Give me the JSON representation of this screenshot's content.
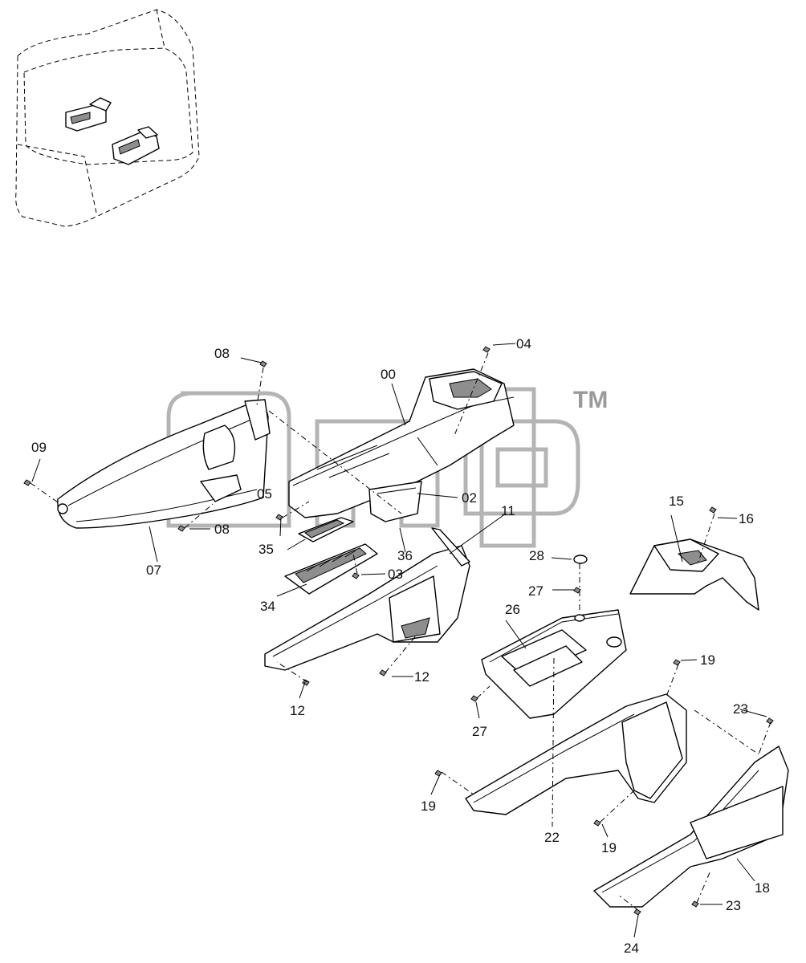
{
  "diagram": {
    "watermark": "TM",
    "callouts": [
      {
        "id": "c00",
        "text": "00"
      },
      {
        "id": "c02",
        "text": "02"
      },
      {
        "id": "c03",
        "text": "03"
      },
      {
        "id": "c04",
        "text": "04"
      },
      {
        "id": "c05",
        "text": "05"
      },
      {
        "id": "c07",
        "text": "07"
      },
      {
        "id": "c08a",
        "text": "08"
      },
      {
        "id": "c08b",
        "text": "08"
      },
      {
        "id": "c09",
        "text": "09"
      },
      {
        "id": "c11",
        "text": "11"
      },
      {
        "id": "c12a",
        "text": "12"
      },
      {
        "id": "c12b",
        "text": "12"
      },
      {
        "id": "c15",
        "text": "15"
      },
      {
        "id": "c16",
        "text": "16"
      },
      {
        "id": "c18",
        "text": "18"
      },
      {
        "id": "c19a",
        "text": "19"
      },
      {
        "id": "c19b",
        "text": "19"
      },
      {
        "id": "c19c",
        "text": "19"
      },
      {
        "id": "c22",
        "text": "22"
      },
      {
        "id": "c23a",
        "text": "23"
      },
      {
        "id": "c23b",
        "text": "23"
      },
      {
        "id": "c24",
        "text": "24"
      },
      {
        "id": "c26",
        "text": "26"
      },
      {
        "id": "c27a",
        "text": "27"
      },
      {
        "id": "c27b",
        "text": "27"
      },
      {
        "id": "c28",
        "text": "28"
      },
      {
        "id": "c34",
        "text": "34"
      },
      {
        "id": "c35",
        "text": "35"
      },
      {
        "id": "c36",
        "text": "36"
      }
    ]
  }
}
